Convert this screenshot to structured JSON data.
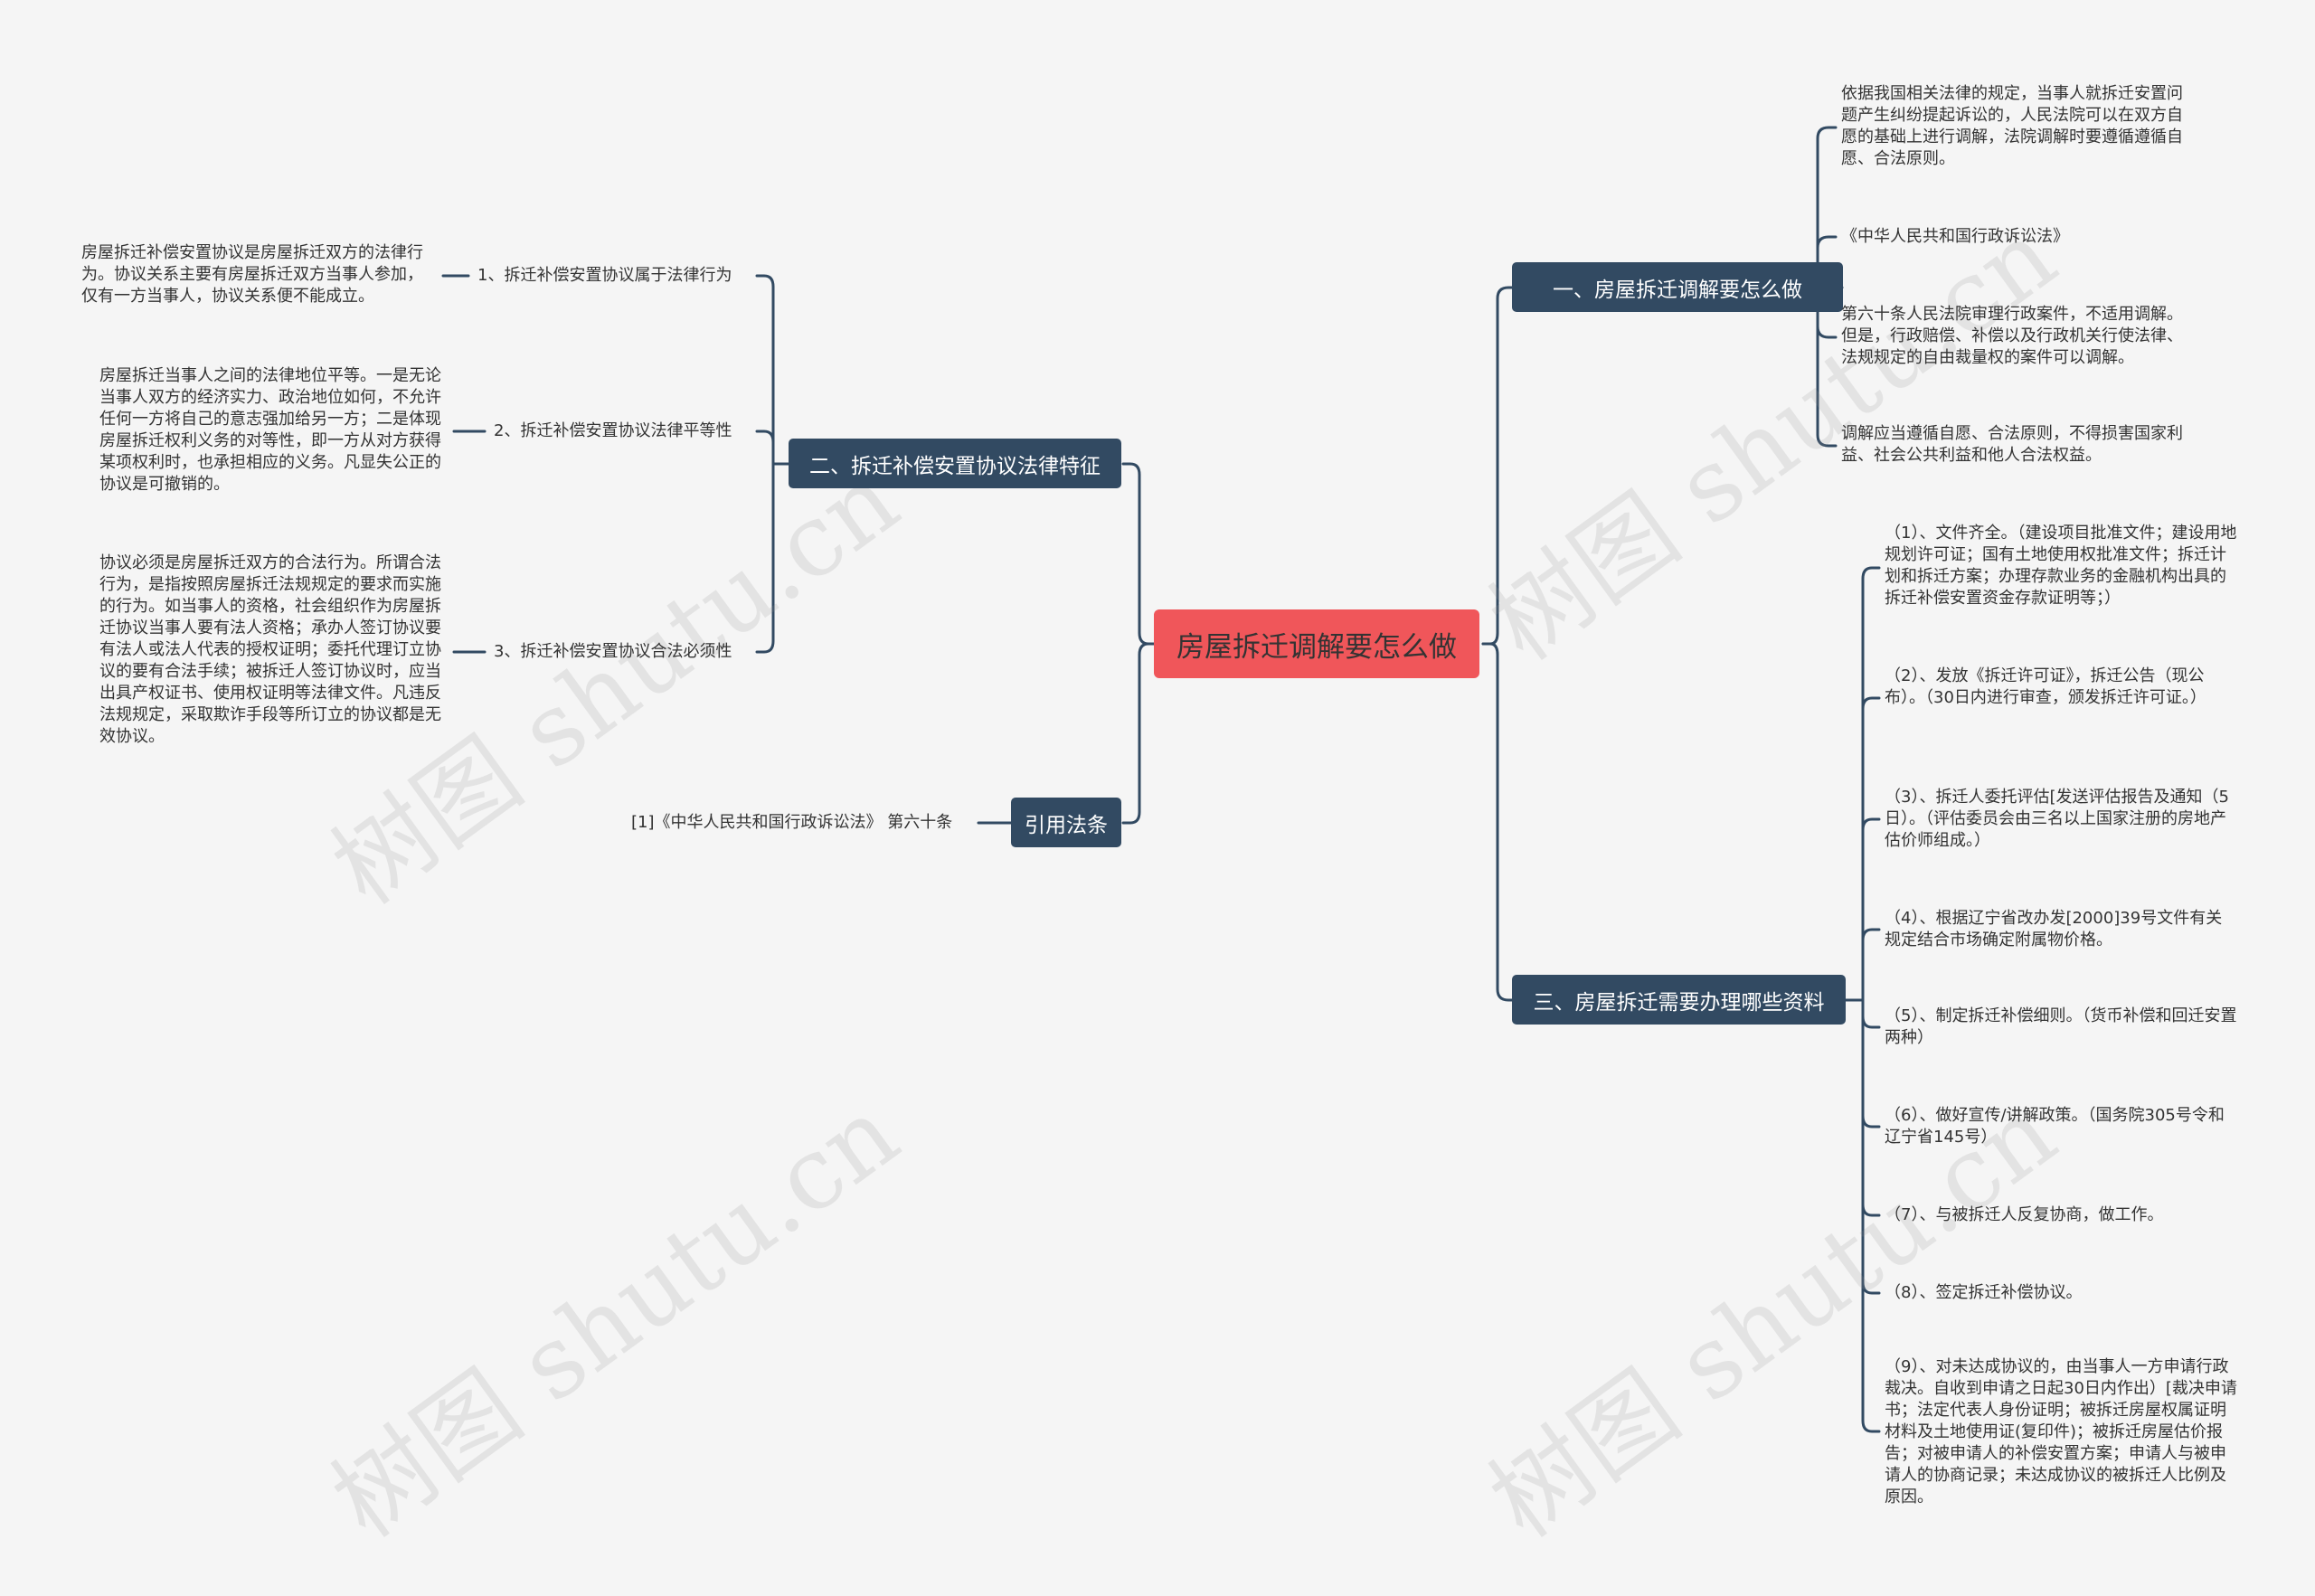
{
  "root": {
    "label": "房屋拆迁调解要怎么做"
  },
  "branches": {
    "b1": {
      "label": "一、房屋拆迁调解要怎么做",
      "items": [
        "依据我国相关法律的规定，当事人就拆迁安置问题产生纠纷提起诉讼的，人民法院可以在双方自愿的基础上进行调解，法院调解时要遵循遵循自愿、合法原则。",
        "《中华人民共和国行政诉讼法》",
        "第六十条人民法院审理行政案件，不适用调解。但是，行政赔偿、补偿以及行政机关行使法律、法规规定的自由裁量权的案件可以调解。",
        "调解应当遵循自愿、合法原则，不得损害国家利益、社会公共利益和他人合法权益。"
      ]
    },
    "b2": {
      "label": "二、拆迁补偿安置协议法律特征",
      "subs": [
        {
          "label": "1、拆迁补偿安置协议属于法律行为",
          "detail": "房屋拆迁补偿安置协议是房屋拆迁双方的法律行为。协议关系主要有房屋拆迁双方当事人参加，仅有一方当事人，协议关系便不能成立。"
        },
        {
          "label": "2、拆迁补偿安置协议法律平等性",
          "detail": "房屋拆迁当事人之间的法律地位平等。一是无论当事人双方的经济实力、政治地位如何，不允许任何一方将自己的意志强加给另一方；二是体现房屋拆迁权利义务的对等性，即一方从对方获得某项权利时，也承担相应的义务。凡显失公正的协议是可撤销的。"
        },
        {
          "label": "3、拆迁补偿安置协议合法必须性",
          "detail": "协议必须是房屋拆迁双方的合法行为。所谓合法行为，是指按照房屋拆迁法规规定的要求而实施的行为。如当事人的资格，社会组织作为房屋拆迁协议当事人要有法人资格；承办人签订协议要有法人或法人代表的授权证明；委托代理订立协议的要有合法手续；被拆迁人签订协议时，应当出具产权证书、使用权证明等法律文件。凡违反法规规定，采取欺诈手段等所订立的协议都是无效协议。"
        }
      ]
    },
    "b3": {
      "label": "三、房屋拆迁需要办理哪些资料",
      "items": [
        "（1）、文件齐全。（建设项目批准文件；建设用地规划许可证；国有土地使用权批准文件；拆迁计划和拆迁方案；办理存款业务的金融机构出具的拆迁补偿安置资金存款证明等；）",
        "（2）、发放《拆迁许可证》，拆迁公告（现公布）。（30日内进行审查，颁发拆迁许可证。）",
        "（3）、拆迁人委托评估[发送评估报告及通知（5日）。（评估委员会由三名以上国家注册的房地产估价师组成。）",
        "（4）、根据辽宁省改办发[2000]39号文件有关规定结合市场确定附属物价格。",
        "（5）、制定拆迁补偿细则。（货币补偿和回迁安置两种）",
        "（6）、做好宣传/讲解政策。（国务院305号令和辽宁省145号）",
        "（7）、与被拆迁人反复协商，做工作。",
        "（8）、签定拆迁补偿协议。",
        "（9）、对未达成协议的，由当事人一方申请行政裁决。自收到申请之日起30日内作出）[裁决申请书；法定代表人身份证明；被拆迁房屋权属证明材料及土地使用证(复印件)；被拆迁房屋估价报告；对被申请人的补偿安置方案；申请人与被申请人的协商记录；未达成协议的被拆迁人比例及原因。"
      ]
    },
    "b4": {
      "label": "引用法条",
      "items": [
        "[1]《中华人民共和国行政诉讼法》 第六十条"
      ]
    }
  },
  "watermark": "树图 shutu.cn",
  "colors": {
    "root": "#f0565a",
    "branch": "#324a62",
    "line": "#324a62",
    "background": "#f5f5f5"
  }
}
